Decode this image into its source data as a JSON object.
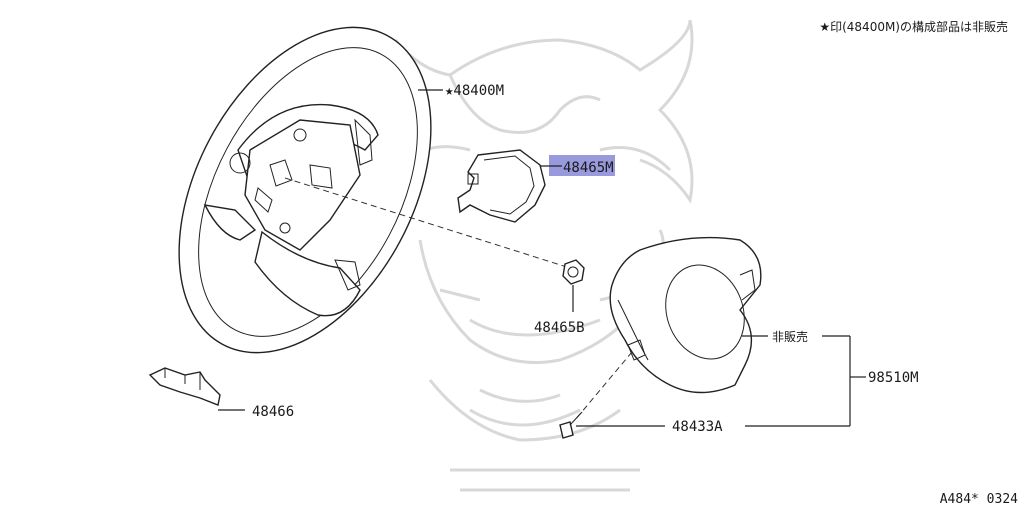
{
  "note": "★印(48400M)の構成部品は非販売",
  "watermark_icon": "samurai-helmet-watermark-icon",
  "parts": {
    "steering_wheel": "★48400M",
    "cover": "48465M",
    "nut": "48465B",
    "finisher": "48466",
    "not_sold": "非販売",
    "airbag_module": "98510M",
    "bolt": "48433A"
  },
  "highlight_color": "#9999dd",
  "diagram_code": "A484* 0324"
}
